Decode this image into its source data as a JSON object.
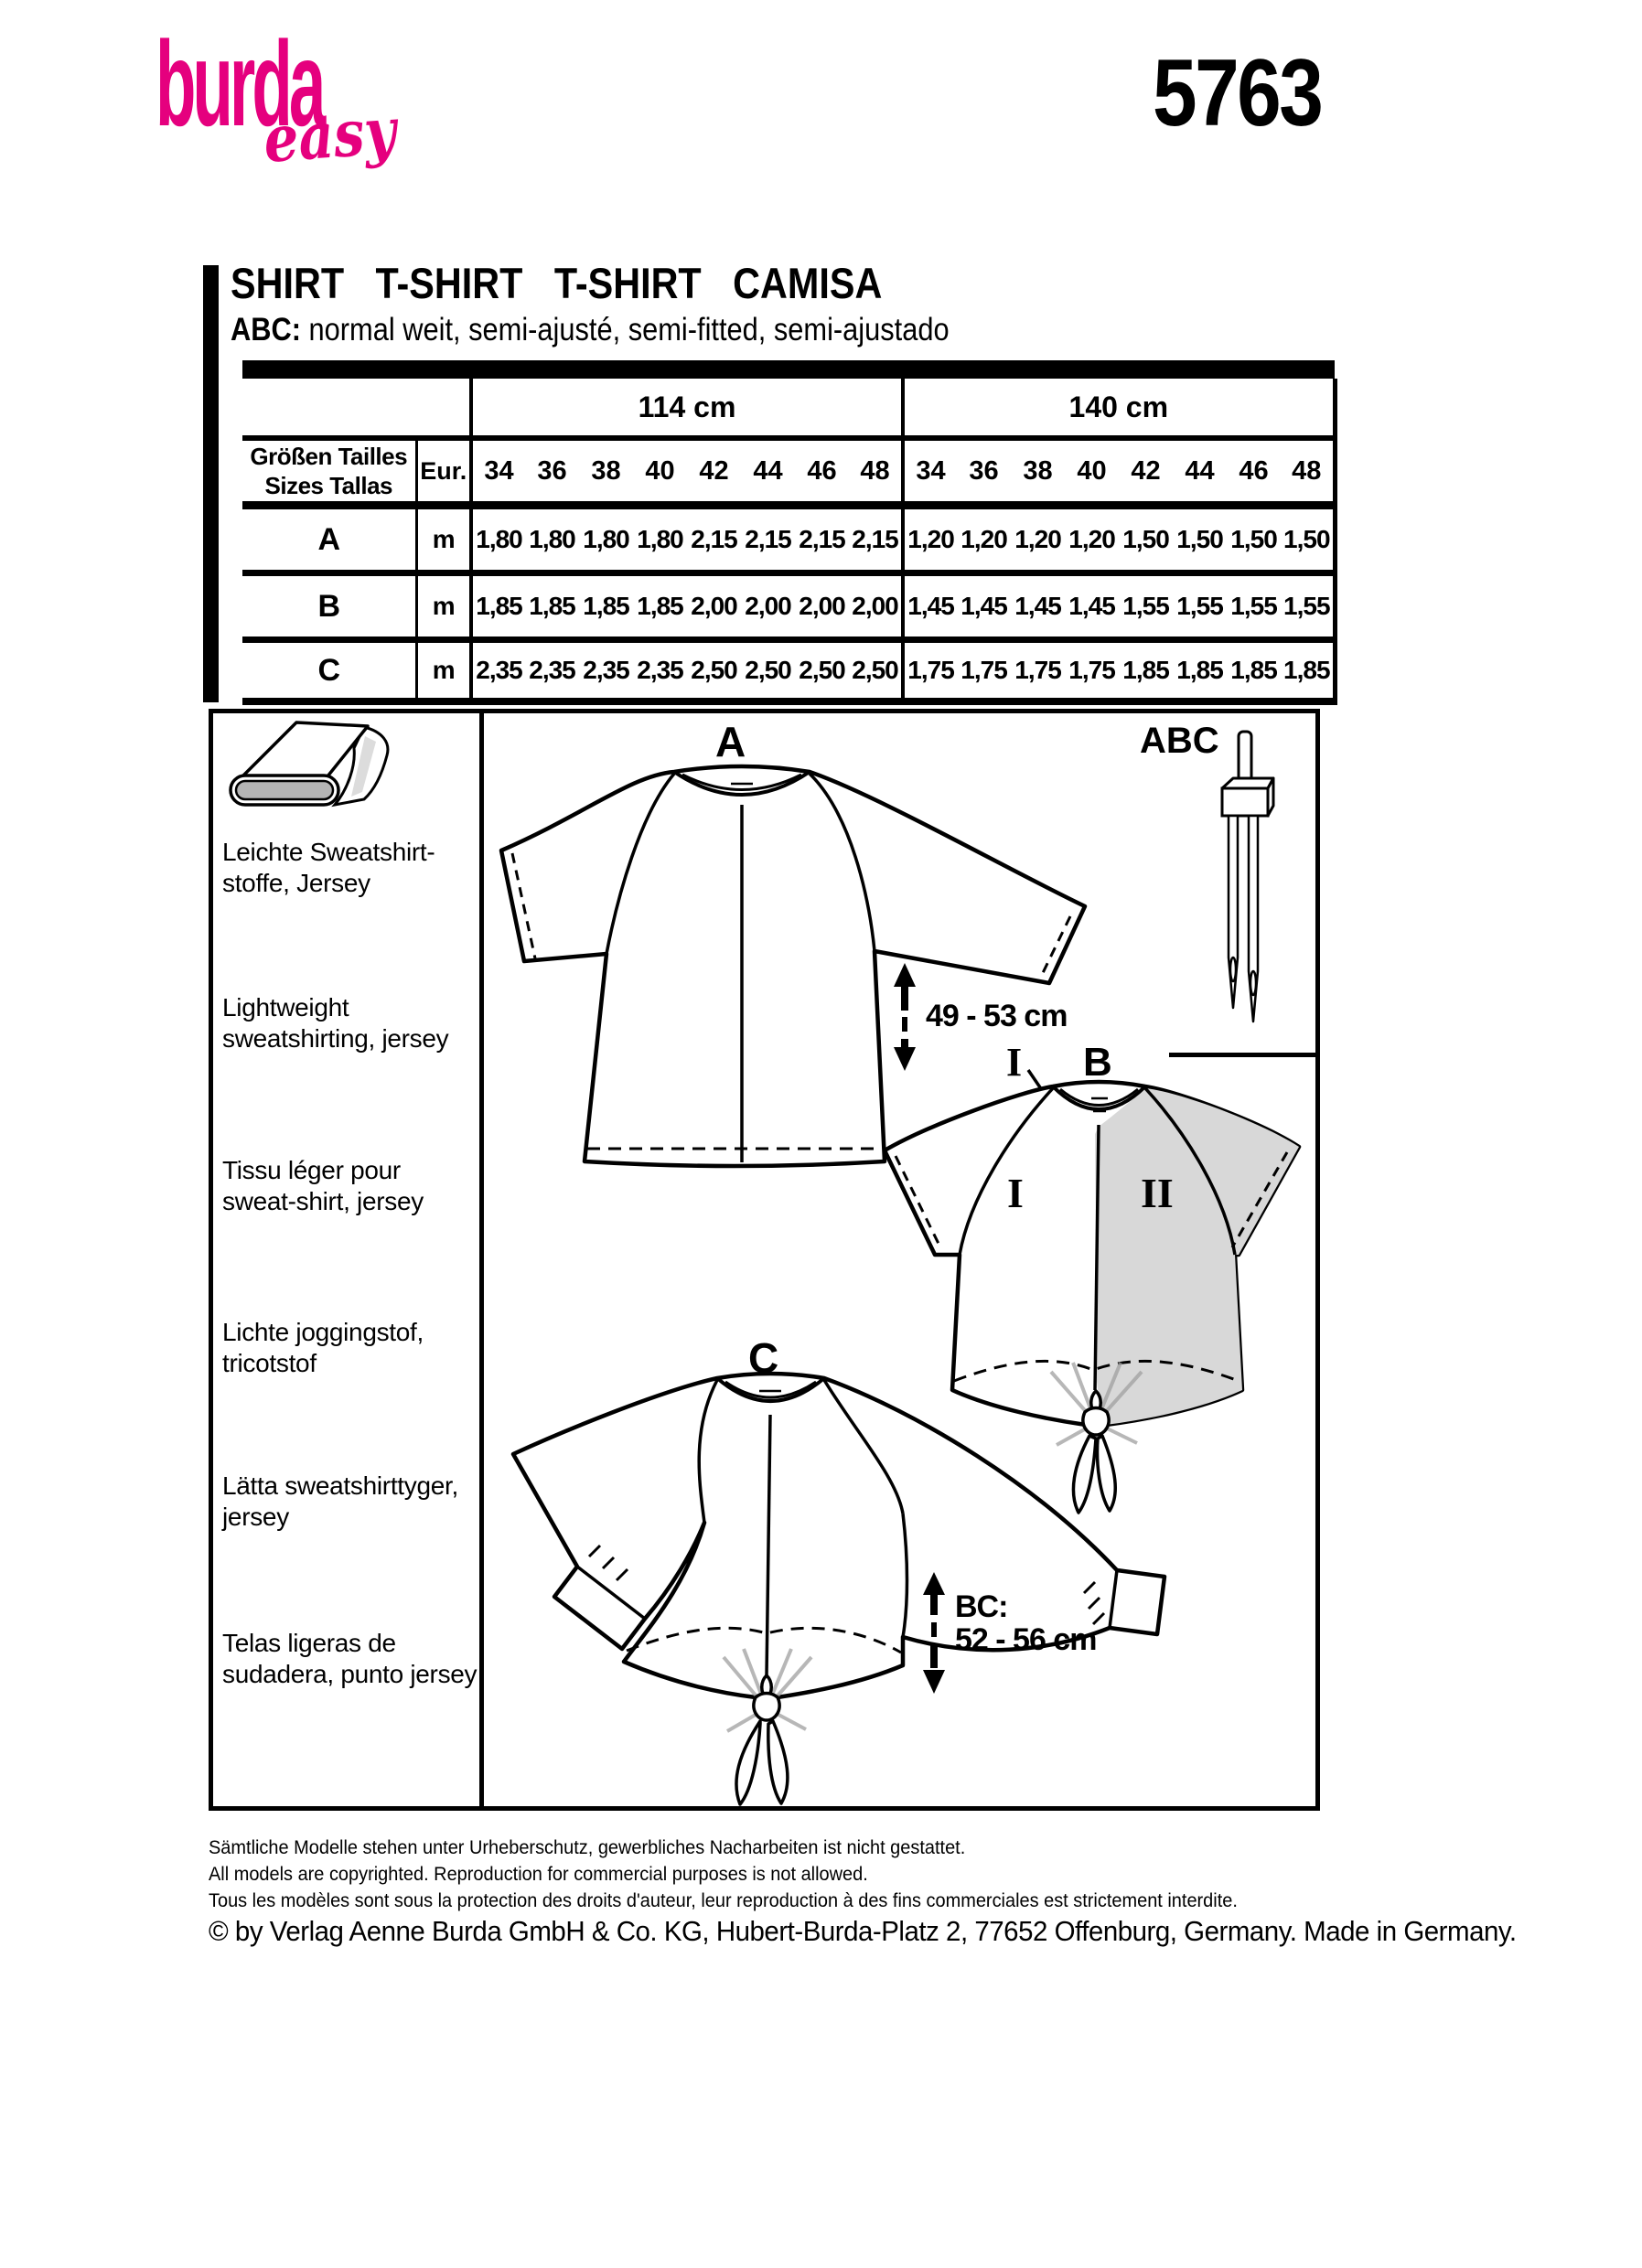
{
  "brand": {
    "logo_main": "burda",
    "logo_sub": "easy",
    "pattern_number": "5763",
    "brand_color": "#e5007e"
  },
  "title": {
    "heading": "SHIRT   T-SHIRT   T-SHIRT   CAMISA",
    "views_label": "ABC:",
    "fit_text": " normal weit, semi-ajusté, semi-fitted, semi-ajustado"
  },
  "table": {
    "width_headers": [
      "114 cm",
      "140 cm"
    ],
    "sizes_label": "Größen  Tailles\nSizes  Tallas",
    "eur_label": "Eur.",
    "unit": "m",
    "sizes": [
      "34",
      "36",
      "38",
      "40",
      "42",
      "44",
      "46",
      "48"
    ],
    "rows": [
      {
        "view": "A",
        "w114": [
          "1,80",
          "1,80",
          "1,80",
          "1,80",
          "2,15",
          "2,15",
          "2,15",
          "2,15"
        ],
        "w140": [
          "1,20",
          "1,20",
          "1,20",
          "1,20",
          "1,50",
          "1,50",
          "1,50",
          "1,50"
        ]
      },
      {
        "view": "B",
        "w114": [
          "1,85",
          "1,85",
          "1,85",
          "1,85",
          "2,00",
          "2,00",
          "2,00",
          "2,00"
        ],
        "w140": [
          "1,45",
          "1,45",
          "1,45",
          "1,45",
          "1,55",
          "1,55",
          "1,55",
          "1,55"
        ]
      },
      {
        "view": "C",
        "w114": [
          "2,35",
          "2,35",
          "2,35",
          "2,35",
          "2,50",
          "2,50",
          "2,50",
          "2,50"
        ],
        "w140": [
          "1,75",
          "1,75",
          "1,75",
          "1,75",
          "1,85",
          "1,85",
          "1,85",
          "1,85"
        ]
      }
    ]
  },
  "fabric_info": {
    "items": [
      "Leichte Sweatshirt-\nstoffe, Jersey",
      "Lightweight\nsweatshirting, jersey",
      "Tissu léger pour\nsweat-shirt, jersey",
      "Lichte joggingstof,\ntricotstof",
      "Lätta sweatshirttyger,\njersey",
      "Telas ligeras de\nsudadera, punto jersey"
    ]
  },
  "diagram": {
    "view_a": "A",
    "view_b": "B",
    "view_c": "C",
    "views_abc": "ABC",
    "fabric_i": "I",
    "fabric_ii": "II",
    "fabric_i_pointer": "I",
    "measure_a": "49 - 53 cm",
    "measure_bc_label": "BC:",
    "measure_bc_value": "52 - 56 cm"
  },
  "footer": {
    "legal_lines": [
      "Sämtliche Modelle stehen unter Urheberschutz, gewerbliches Nacharbeiten ist nicht gestattet.",
      "All models are copyrighted. Reproduction for commercial purposes is not allowed.",
      "Tous les modèles sont sous la protection des droits d'auteur, leur reproduction à des fins commerciales est strictement interdite."
    ],
    "copyright": "© by Verlag Aenne Burda GmbH & Co. KG, Hubert-Burda-Platz 2, 77652 Offenburg, Germany. Made in Germany."
  }
}
